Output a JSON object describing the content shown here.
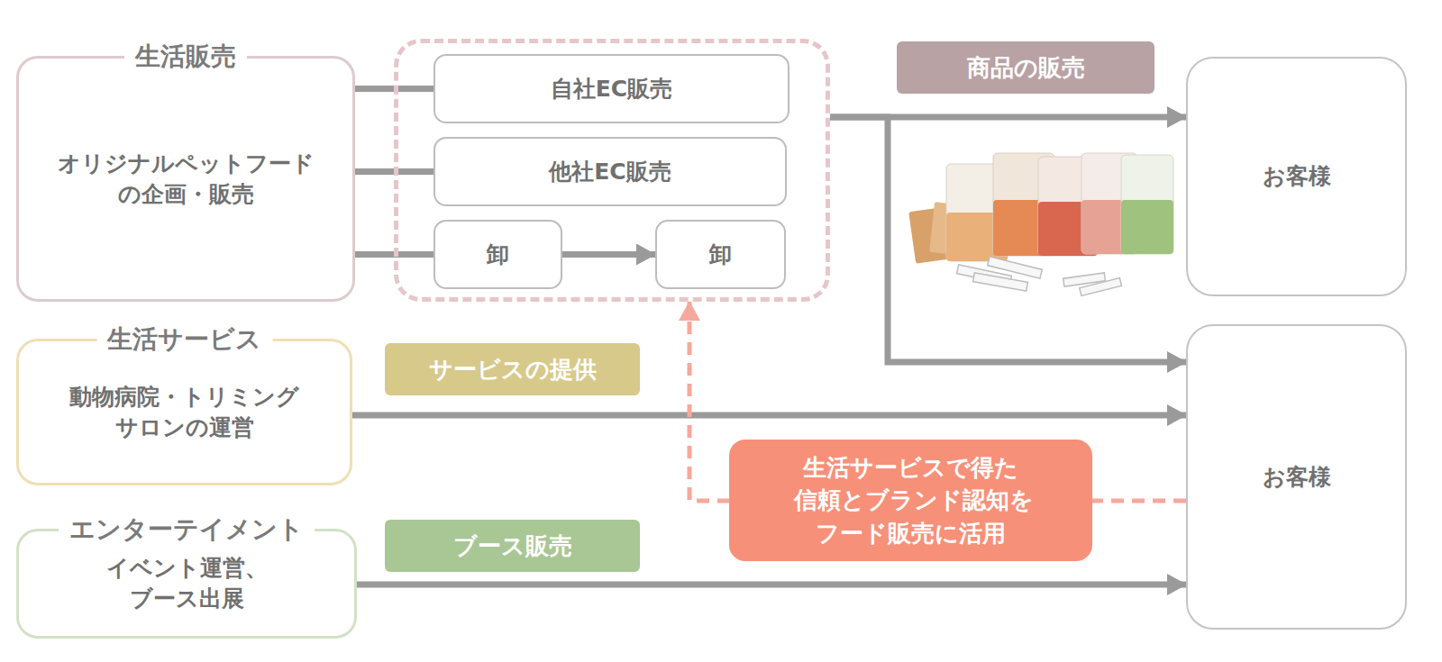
{
  "diagram": {
    "nodes": [
      {
        "text": [
          "生活販売",
          "オリジナルペットフード の企画・販売"
        ]
      },
      {
        "text": []
      },
      {
        "text": [
          "自社EC販売"
        ],
        "in": 1
      },
      {
        "text": [
          "他社EC販売"
        ],
        "in": 1
      },
      {
        "text": [
          "卸"
        ],
        "in": 1
      },
      {
        "text": [
          "卸"
        ],
        "in": 1
      },
      {
        "text": [
          "お客様"
        ]
      },
      {
        "text": [
          "生活サービス",
          "動物病院・トリミング サロンの運営"
        ]
      },
      {
        "text": [
          "エンターテイメント",
          "イベント運営、ブース出展"
        ]
      },
      {
        "text": [
          "お客様"
        ]
      }
    ],
    "edges": [
      {
        "from": 0,
        "to": 2,
        "arrow": "none"
      },
      {
        "from": 0,
        "to": 3,
        "arrow": "none"
      },
      {
        "from": 0,
        "to": 4,
        "arrow": "none"
      },
      {
        "from": 4,
        "to": 5,
        "arrow": "to"
      },
      {
        "from": 1,
        "to": 6,
        "label": "商品の販売",
        "arrow": "to"
      },
      {
        "from": 1,
        "to": 9,
        "arrow": "to"
      },
      {
        "from": 7,
        "to": 9,
        "label": "サービスの提供",
        "arrow": "to"
      },
      {
        "from": 8,
        "to": 9,
        "label": "ブース販売",
        "arrow": "to"
      },
      {
        "from": 9,
        "to": 1,
        "label": "生活サービスで得た 信頼とブランド認知を フード販売に活用",
        "arrow": "to"
      }
    ]
  }
}
